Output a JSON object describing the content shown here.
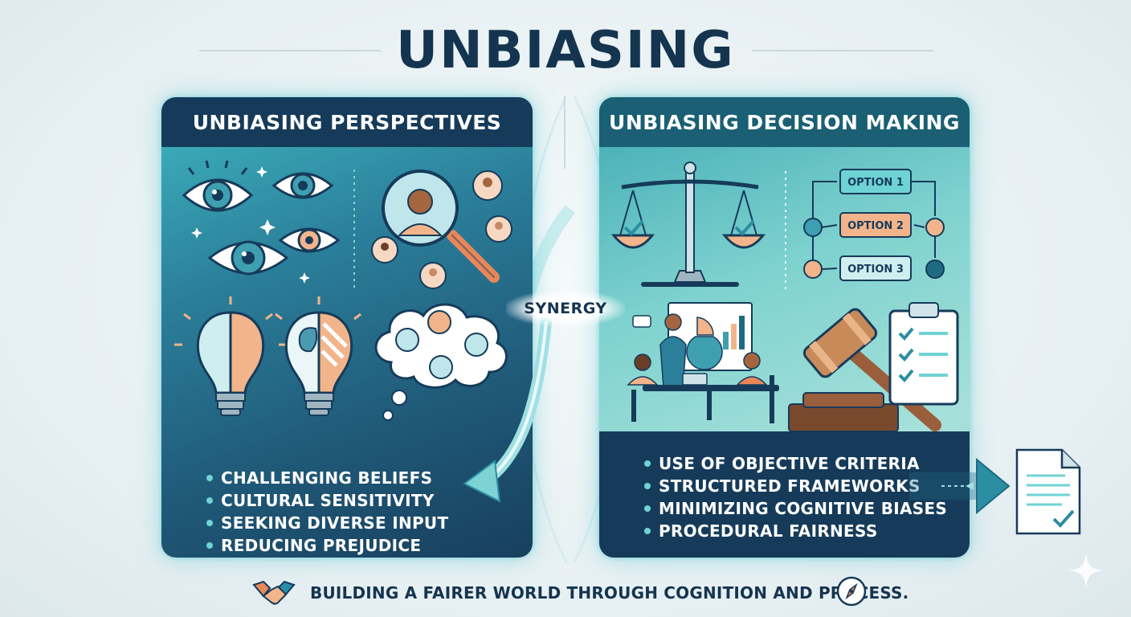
{
  "title": "UNBIASING",
  "left_panel": {
    "heading": "UNBIASING PERSPECTIVES",
    "bullets": [
      "CHALLENGING BELIEFS",
      "CULTURAL SENSITIVITY",
      "SEEKING DIVERSE INPUT",
      "REDUCING PREJUDICE"
    ]
  },
  "right_panel": {
    "heading": "UNBIASING DECISION MAKING",
    "options": [
      "OPTION 1",
      "OPTION 2",
      "OPTION 3"
    ],
    "bullets": [
      "USE OF OBJECTIVE CRITERIA",
      "STRUCTURED FRAMEWORKS",
      "MINIMIZING COGNITIVE BIASES",
      "PROCEDURAL FAIRNESS"
    ]
  },
  "center_label": "SYNERGY",
  "footer": "BUILDING A FAIRER WORLD THROUGH COGNITION AND PROCESS.",
  "colors": {
    "navy": "#15344f",
    "teal": "#2b8ea3",
    "aqua": "#6fd3d4",
    "peach": "#f2b48a",
    "orange": "#e8875a"
  },
  "icons": [
    "eye-icon",
    "magnifier-people-icon",
    "lightbulb-icon",
    "brain-bulb-icon",
    "thought-cloud-icon",
    "scales-icon",
    "flowchart-icon",
    "meeting-icon",
    "gavel-icon",
    "checklist-icon",
    "document-check-icon",
    "handshake-icon",
    "compass-icon",
    "sparkle-icon"
  ]
}
